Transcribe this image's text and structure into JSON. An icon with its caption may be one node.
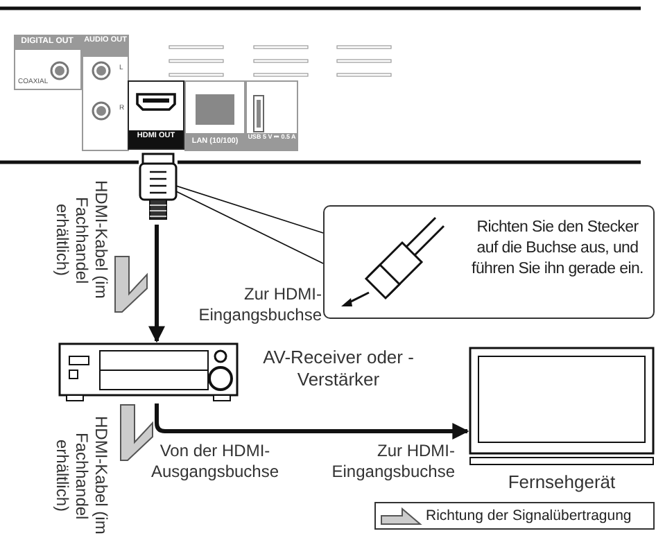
{
  "diagram": {
    "nodes": [
      {
        "text": [
          "HDMI OUT"
        ]
      },
      {
        "text": [],
        "shape": "picture"
      },
      {
        "text": [
          "Richten Sie den Stecker auf die Buchse aus, und führen Sie ihn gerade ein."
        ]
      },
      {
        "text": [],
        "shape": "picture",
        "beside": [
          "AV-Receiver oder - Verstärker"
        ]
      },
      {
        "text": [],
        "shape": "picture",
        "beside": [
          "Fernsehgerät"
        ]
      }
    ],
    "edges": [
      {
        "from": 1,
        "to": 3,
        "arrow": "to"
      },
      {
        "from": 2,
        "to": 1,
        "arrow": "none"
      },
      {
        "from": 3,
        "to": 4,
        "arrow": "to"
      }
    ],
    "labels": [
      "DIGITAL OUT",
      "AUDIO OUT",
      "L",
      "COAXIAL",
      "R",
      "LAN (10/100)",
      "USB 5 V ⎓ 0.5 A",
      "HDMI-Kabel (im Fachhandel erhältlich)",
      "Zur HDMI- Eingangsbuchse",
      "HDMI-Kabel (im Fachhandel erhältlich)",
      "Von der HDMI- Ausgangsbuchse",
      "Zur HDMI- Eingangsbuchse"
    ],
    "legend": [
      {
        "text": "Richtung der Signalübertragung"
      }
    ]
  }
}
